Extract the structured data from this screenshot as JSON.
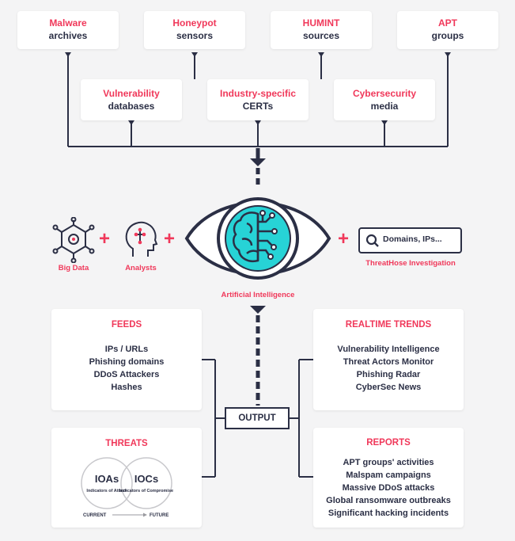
{
  "sources": [
    {
      "red": "Malware",
      "dark": "archives"
    },
    {
      "red": "Honeypot",
      "dark": "sensors"
    },
    {
      "red": "HUMINT",
      "dark": "sources"
    },
    {
      "red": "APT",
      "dark": "groups"
    }
  ],
  "mid_sources": [
    {
      "red": "Vulnerability",
      "dark": "databases"
    },
    {
      "red": "Industry-specific",
      "dark": "CERTs"
    },
    {
      "red": "Cybersecurity",
      "dark": "media"
    }
  ],
  "inputs": {
    "big_data": "Big Data",
    "analysts": "Analysts",
    "ai": "Artificial Intelligence",
    "search_placeholder": "Domains, IPs...",
    "investigation": "ThreatHose Investigation"
  },
  "output_label": "OUTPUT",
  "feeds": {
    "title": "FEEDS",
    "items": [
      "IPs / URLs",
      "Phishing domains",
      "DDoS Attackers",
      "Hashes"
    ]
  },
  "trends": {
    "title": "REALTIME TRENDS",
    "items": [
      "Vulnerability Intelligence",
      "Threat Actors Monitor",
      "Phishing Radar",
      "CyberSec News"
    ]
  },
  "threats": {
    "title": "THREATS",
    "ioa": "IOAs",
    "ioa_sub": "Indicators of Attack",
    "ioc": "IOCs",
    "ioc_sub": "Indicators of Compromise",
    "current": "CURRENT",
    "future": "FUTURE"
  },
  "reports": {
    "title": "REPORTS",
    "items": [
      "APT groups' activities",
      "Malspam campaigns",
      "Massive DDoS attacks",
      "Global ransomware outbreaks",
      "Significant hacking incidents"
    ]
  },
  "colors": {
    "accent": "#f0385a",
    "dark": "#2b2f45",
    "teal": "#27d3d6"
  }
}
